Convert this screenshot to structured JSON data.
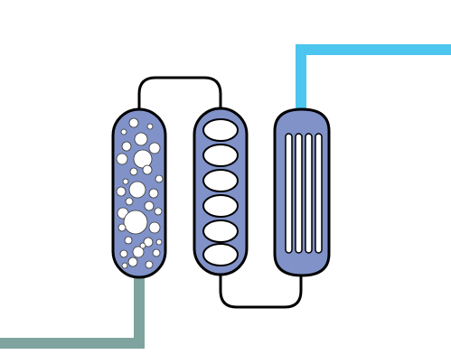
{
  "diagram": {
    "components": [
      {
        "id": "bubble-column",
        "kind": "vessel-with-bubbles"
      },
      {
        "id": "plate-column",
        "kind": "vessel-with-oval-chambers"
      },
      {
        "id": "tube-column",
        "kind": "vessel-with-vertical-tubes"
      }
    ],
    "pipes": [
      {
        "id": "inlet-pipe",
        "color": "#7FA39E"
      },
      {
        "id": "outlet-pipe",
        "color": "#4CC6EE"
      },
      {
        "id": "top-connector",
        "color": "#000000"
      },
      {
        "id": "bottom-connector",
        "color": "#000000"
      }
    ],
    "colors": {
      "vessel_fill": "#8092C8",
      "vessel_stroke": "#000000",
      "bubble_fill": "#FFFFFF",
      "background": "#FFFFFF"
    }
  }
}
